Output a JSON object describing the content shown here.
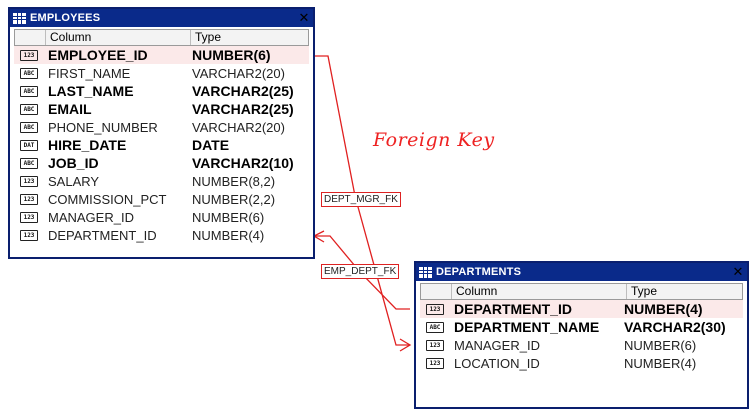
{
  "employees": {
    "title": "EMPLOYEES",
    "header_column": "Column",
    "header_type": "Type",
    "rows": [
      {
        "name": "EMPLOYEE_ID",
        "type": "NUMBER(6)",
        "icon": "123",
        "bold": true,
        "selected": true
      },
      {
        "name": "FIRST_NAME",
        "type": "VARCHAR2(20)",
        "icon": "ABC",
        "bold": false,
        "selected": false
      },
      {
        "name": "LAST_NAME",
        "type": "VARCHAR2(25)",
        "icon": "ABC",
        "bold": true,
        "selected": false
      },
      {
        "name": "EMAIL",
        "type": "VARCHAR2(25)",
        "icon": "ABC",
        "bold": true,
        "selected": false
      },
      {
        "name": "PHONE_NUMBER",
        "type": "VARCHAR2(20)",
        "icon": "ABC",
        "bold": false,
        "selected": false
      },
      {
        "name": "HIRE_DATE",
        "type": "DATE",
        "icon": "DAT",
        "bold": true,
        "selected": false
      },
      {
        "name": "JOB_ID",
        "type": "VARCHAR2(10)",
        "icon": "ABC",
        "bold": true,
        "selected": false
      },
      {
        "name": "SALARY",
        "type": "NUMBER(8,2)",
        "icon": "123",
        "bold": false,
        "selected": false
      },
      {
        "name": "COMMISSION_PCT",
        "type": "NUMBER(2,2)",
        "icon": "123",
        "bold": false,
        "selected": false
      },
      {
        "name": "MANAGER_ID",
        "type": "NUMBER(6)",
        "icon": "123",
        "bold": false,
        "selected": false
      },
      {
        "name": "DEPARTMENT_ID",
        "type": "NUMBER(4)",
        "icon": "123",
        "bold": false,
        "selected": false
      }
    ]
  },
  "departments": {
    "title": "DEPARTMENTS",
    "header_column": "Column",
    "header_type": "Type",
    "rows": [
      {
        "name": "DEPARTMENT_ID",
        "type": "NUMBER(4)",
        "icon": "123",
        "bold": true,
        "selected": true
      },
      {
        "name": "DEPARTMENT_NAME",
        "type": "VARCHAR2(30)",
        "icon": "ABC",
        "bold": true,
        "selected": false
      },
      {
        "name": "MANAGER_ID",
        "type": "NUMBER(6)",
        "icon": "123",
        "bold": false,
        "selected": false
      },
      {
        "name": "LOCATION_ID",
        "type": "NUMBER(4)",
        "icon": "123",
        "bold": false,
        "selected": false
      }
    ]
  },
  "relationships": {
    "dept_mgr_fk": "DEPT_MGR_FK",
    "emp_dept_fk": "EMP_DEPT_FK"
  },
  "annotation": "Foreign Key",
  "colors": {
    "titlebar": "#0a2a8a",
    "border": "#0a1f6e",
    "link": "#e02020",
    "selected_row": "#fbe9e9"
  }
}
